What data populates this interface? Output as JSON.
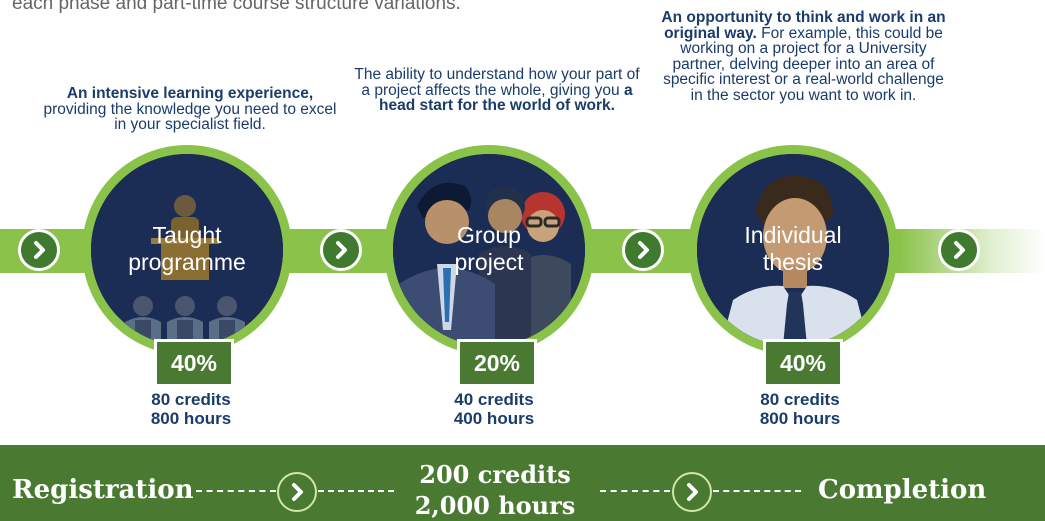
{
  "intro_text": "each phase and part-time course structure variations.",
  "phases": [
    {
      "title_line1": "Taught",
      "title_line2": "programme",
      "desc_bold": "An intensive learning experience,",
      "desc_rest": "providing the knowledge you need to excel in your specialist field.",
      "percent": "40%",
      "credits": "80 credits",
      "hours": "800 hours"
    },
    {
      "title_line1": "Group",
      "title_line2": "project",
      "desc_pre": "The ability to understand how your part of a project affects the whole, giving you",
      "desc_bold": "a head start for the world of work.",
      "percent": "20%",
      "credits": "40 credits",
      "hours": "400 hours"
    },
    {
      "title_line1": "Individual",
      "title_line2": "thesis",
      "desc_bold": "An opportunity to think and work in an original way.",
      "desc_rest": "For example, this could be working on a project for a University partner, delving deeper into an area of specific interest or a real-world challenge in the sector you want to work in.",
      "percent": "40%",
      "credits": "80 credits",
      "hours": "800 hours"
    }
  ],
  "footer": {
    "start": "Registration",
    "total_credits": "200 credits",
    "total_hours": "2,000 hours",
    "end": "Completion"
  },
  "colors": {
    "band_green": "#8ac24a",
    "dark_green": "#4a7a32",
    "chevron_green": "#3f7a2e",
    "navy_text": "#1a3c6b",
    "disc_navy": "#16254a"
  },
  "icons": [
    "chevron-right-icon",
    "lecturer-illustration",
    "team-illustration",
    "student-illustration"
  ]
}
